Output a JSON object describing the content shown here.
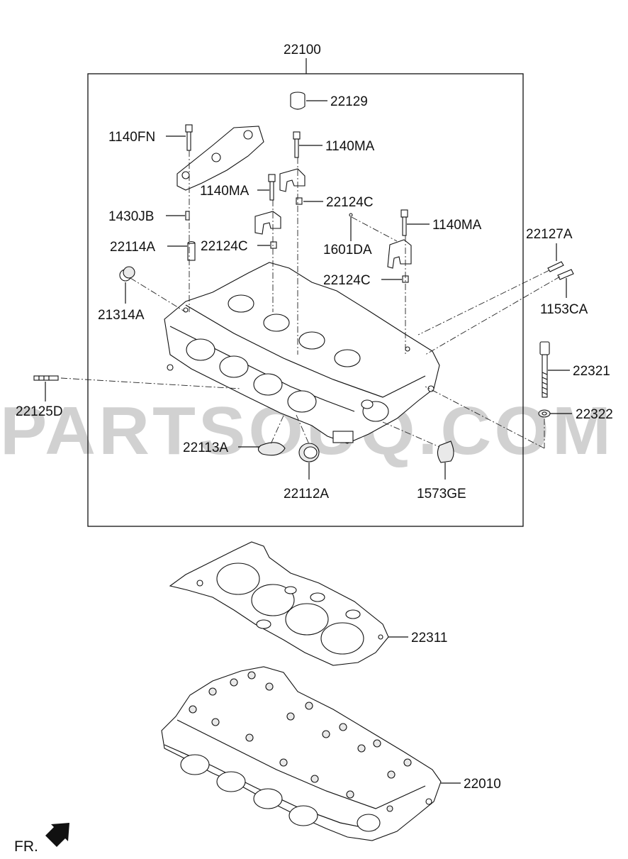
{
  "watermark": "PARTSOUQ.COM",
  "direction_label": "FR.",
  "labels": {
    "assy": "22100",
    "plug_22129": "22129",
    "bolt_1140FN": "1140FN",
    "bolt_1140MA_a": "1140MA",
    "bolt_1140MA_b": "1140MA",
    "bolt_1140MA_c": "1140MA",
    "pin_22124C_a": "22124C",
    "pin_22124C_b": "22124C",
    "pin_22124C_c": "22124C",
    "pin_1430JB": "1430JB",
    "dowel_22114A": "22114A",
    "ball_1601DA": "1601DA",
    "stud_22127A": "22127A",
    "stud_1153CA": "1153CA",
    "plug_21314A": "21314A",
    "stud_22125D": "22125D",
    "bolt_22321": "22321",
    "washer_22322": "22322",
    "seal_22113A": "22113A",
    "seal_22112A": "22112A",
    "ring_1573GE": "1573GE",
    "gasket_22311": "22311",
    "head_22010": "22010"
  }
}
